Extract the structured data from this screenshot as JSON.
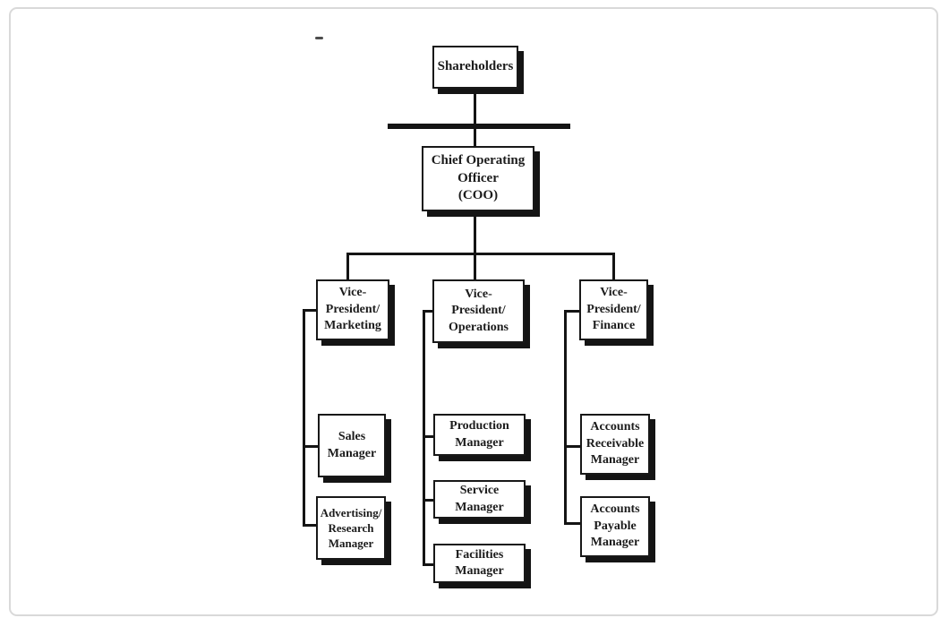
{
  "page": {
    "background_color": "#ffffff",
    "frame_color": "#d9d9d9",
    "line_color": "#141414",
    "box_border_color": "#181818",
    "box_shadow_color": "#141414",
    "text_color": "#1c1c1c"
  },
  "diagram": {
    "type": "org-chart",
    "nodes": {
      "shareholders": {
        "label": "Shareholders"
      },
      "coo": {
        "label": "Chief Operating\nOfficer\n(COO)"
      },
      "vp_marketing": {
        "label": "Vice-\nPresident/\nMarketing"
      },
      "vp_operations": {
        "label": "Vice-\nPresident/\nOperations"
      },
      "vp_finance": {
        "label": "Vice-\nPresident/\nFinance"
      },
      "sales": {
        "label": "Sales\nManager"
      },
      "advertising": {
        "label": "Advertising/\nResearch\nManager"
      },
      "production": {
        "label": "Production\nManager"
      },
      "service": {
        "label": "Service\nManager"
      },
      "facilities": {
        "label": "Facilities\nManager"
      },
      "receivable": {
        "label": "Accounts\nReceivable\nManager"
      },
      "payable": {
        "label": "Accounts\nPayable\nManager"
      }
    },
    "edges": [
      "shareholders -> coo",
      "coo -> vp_marketing",
      "coo -> vp_operations",
      "coo -> vp_finance",
      "vp_marketing -> sales",
      "vp_marketing -> advertising",
      "vp_operations -> production",
      "vp_operations -> service",
      "vp_operations -> facilities",
      "vp_finance -> receivable",
      "vp_finance -> payable"
    ]
  }
}
